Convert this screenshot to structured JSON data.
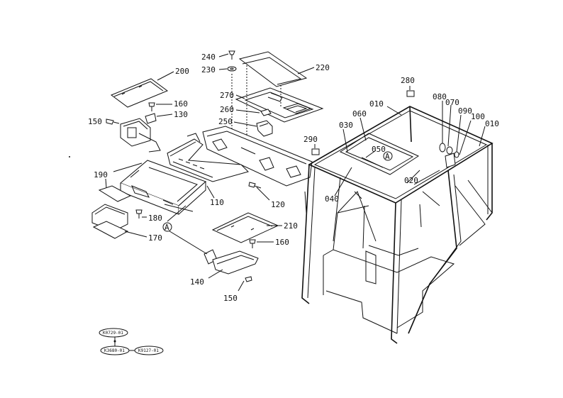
{
  "parts": [
    {
      "id": "p240",
      "label": "240"
    },
    {
      "id": "p230",
      "label": "230"
    },
    {
      "id": "p220",
      "label": "220"
    },
    {
      "id": "p200",
      "label": "200"
    },
    {
      "id": "p270",
      "label": "270"
    },
    {
      "id": "p260",
      "label": "260"
    },
    {
      "id": "p250",
      "label": "250"
    },
    {
      "id": "p160a",
      "label": "160"
    },
    {
      "id": "p130",
      "label": "130"
    },
    {
      "id": "p150a",
      "label": "150"
    },
    {
      "id": "p190",
      "label": "190"
    },
    {
      "id": "p110",
      "label": "110"
    },
    {
      "id": "p120",
      "label": "120"
    },
    {
      "id": "p180",
      "label": "180"
    },
    {
      "id": "p170",
      "label": "170"
    },
    {
      "id": "p210",
      "label": "210"
    },
    {
      "id": "p160b",
      "label": "160"
    },
    {
      "id": "p140",
      "label": "140"
    },
    {
      "id": "p150b",
      "label": "150"
    },
    {
      "id": "p280",
      "label": "280"
    },
    {
      "id": "p010a",
      "label": "010"
    },
    {
      "id": "p060",
      "label": "060"
    },
    {
      "id": "p030",
      "label": "030"
    },
    {
      "id": "p290",
      "label": "290"
    },
    {
      "id": "p050",
      "label": "050"
    },
    {
      "id": "p080",
      "label": "080"
    },
    {
      "id": "p070",
      "label": "070"
    },
    {
      "id": "p090",
      "label": "090"
    },
    {
      "id": "p100",
      "label": "100"
    },
    {
      "id": "p010b",
      "label": "010"
    },
    {
      "id": "p020",
      "label": "020"
    },
    {
      "id": "p040",
      "label": "040"
    }
  ],
  "callouts": {
    "a1": "A",
    "a2": "A"
  },
  "ref_codes": {
    "top": "K0729-01",
    "bottom_left": "K3680-01",
    "bottom_right": "K9127-01"
  }
}
